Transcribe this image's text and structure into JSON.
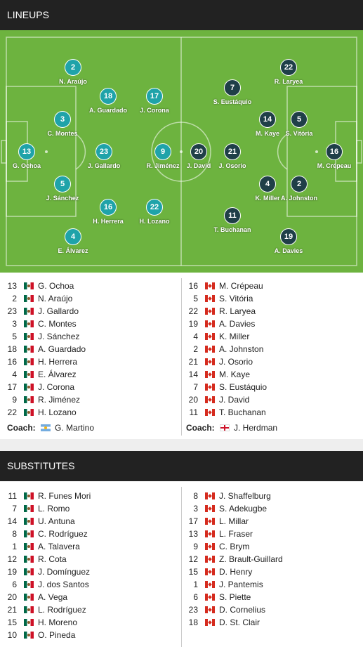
{
  "lineups_title": "LINEUPS",
  "substitutes_title": "SUBSTITUTES",
  "colors": {
    "home_dot": "#1fa3a9",
    "away_dot": "#1f3f48",
    "pitch": "#6db33f",
    "header": "#222222"
  },
  "pitch_players": {
    "home": [
      {
        "num": "13",
        "name": "G. Ochoa"
      },
      {
        "num": "2",
        "name": "N. Araújo"
      },
      {
        "num": "3",
        "name": "C. Montes"
      },
      {
        "num": "5",
        "name": "J. Sánchez"
      },
      {
        "num": "4",
        "name": "E. Álvarez"
      },
      {
        "num": "18",
        "name": "A. Guardado"
      },
      {
        "num": "23",
        "name": "J. Gallardo"
      },
      {
        "num": "16",
        "name": "H. Herrera"
      },
      {
        "num": "17",
        "name": "J. Corona"
      },
      {
        "num": "9",
        "name": "R. Jiménez"
      },
      {
        "num": "22",
        "name": "H. Lozano"
      }
    ],
    "away": [
      {
        "num": "16",
        "name": "M. Crépeau"
      },
      {
        "num": "22",
        "name": "R. Laryea"
      },
      {
        "num": "5",
        "name": "S. Vitória"
      },
      {
        "num": "2",
        "name": "A. Johnston"
      },
      {
        "num": "19",
        "name": "A. Davies"
      },
      {
        "num": "14",
        "name": "M. Kaye"
      },
      {
        "num": "4",
        "name": "K. Miller"
      },
      {
        "num": "7",
        "name": "S. Eustáquio"
      },
      {
        "num": "21",
        "name": "J. Osorio"
      },
      {
        "num": "11",
        "name": "T. Buchanan"
      },
      {
        "num": "20",
        "name": "J. David"
      }
    ]
  },
  "home_lineup": [
    {
      "num": "13",
      "name": "G. Ochoa"
    },
    {
      "num": "2",
      "name": "N. Araújo"
    },
    {
      "num": "23",
      "name": "J. Gallardo"
    },
    {
      "num": "3",
      "name": "C. Montes"
    },
    {
      "num": "5",
      "name": "J. Sánchez"
    },
    {
      "num": "18",
      "name": "A. Guardado"
    },
    {
      "num": "16",
      "name": "H. Herrera"
    },
    {
      "num": "4",
      "name": "E. Álvarez"
    },
    {
      "num": "17",
      "name": "J. Corona"
    },
    {
      "num": "9",
      "name": "R. Jiménez"
    },
    {
      "num": "22",
      "name": "H. Lozano"
    }
  ],
  "away_lineup": [
    {
      "num": "16",
      "name": "M. Crépeau"
    },
    {
      "num": "5",
      "name": "S. Vitória"
    },
    {
      "num": "22",
      "name": "R. Laryea"
    },
    {
      "num": "19",
      "name": "A. Davies"
    },
    {
      "num": "4",
      "name": "K. Miller"
    },
    {
      "num": "2",
      "name": "A. Johnston"
    },
    {
      "num": "21",
      "name": "J. Osorio"
    },
    {
      "num": "14",
      "name": "M. Kaye"
    },
    {
      "num": "7",
      "name": "S. Eustáquio"
    },
    {
      "num": "20",
      "name": "J. David"
    },
    {
      "num": "11",
      "name": "T. Buchanan"
    }
  ],
  "coach_label": "Coach:",
  "home_coach": "G. Martino",
  "away_coach": "J. Herdman",
  "home_subs": [
    {
      "num": "11",
      "name": "R. Funes Mori"
    },
    {
      "num": "7",
      "name": "L. Romo"
    },
    {
      "num": "14",
      "name": "U. Antuna"
    },
    {
      "num": "8",
      "name": "C. Rodríguez"
    },
    {
      "num": "1",
      "name": "A. Talavera"
    },
    {
      "num": "12",
      "name": "R. Cota"
    },
    {
      "num": "19",
      "name": "J. Domínguez"
    },
    {
      "num": "6",
      "name": "J. dos Santos"
    },
    {
      "num": "20",
      "name": "A. Vega"
    },
    {
      "num": "21",
      "name": "L. Rodríguez"
    },
    {
      "num": "15",
      "name": "H. Moreno"
    },
    {
      "num": "10",
      "name": "O. Pineda"
    }
  ],
  "away_subs": [
    {
      "num": "8",
      "name": "J. Shaffelburg"
    },
    {
      "num": "3",
      "name": "S. Adekugbe"
    },
    {
      "num": "17",
      "name": "L. Millar"
    },
    {
      "num": "13",
      "name": "L. Fraser"
    },
    {
      "num": "9",
      "name": "C. Brym"
    },
    {
      "num": "12",
      "name": "Z. Brault-Guillard"
    },
    {
      "num": "15",
      "name": "D. Henry"
    },
    {
      "num": "1",
      "name": "J. Pantemis"
    },
    {
      "num": "6",
      "name": "S. Piette"
    },
    {
      "num": "23",
      "name": "D. Cornelius"
    },
    {
      "num": "18",
      "name": "D. St. Clair"
    }
  ]
}
